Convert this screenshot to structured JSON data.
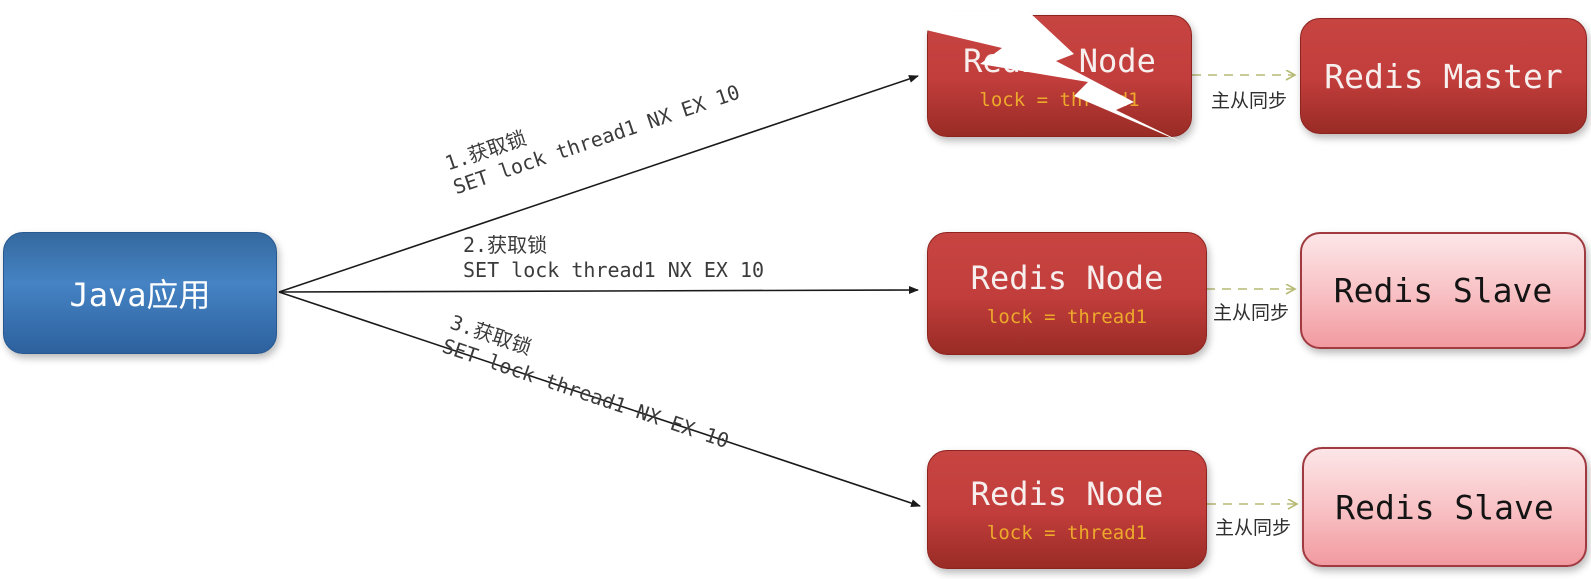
{
  "diagram": {
    "java_app": {
      "label": "Java应用"
    },
    "acquire_arrows": [
      {
        "step_label": "1.获取锁",
        "command": "SET lock thread1 NX EX 10"
      },
      {
        "step_label": "2.获取锁",
        "command": "SET lock thread1 NX EX 10"
      },
      {
        "step_label": "3.获取锁",
        "command": "SET lock thread1 NX EX 10"
      }
    ],
    "redis_nodes": [
      {
        "title": "Redis Node",
        "lock_value": "lock = thread1",
        "crashed": true
      },
      {
        "title": "Redis Node",
        "lock_value": "lock = thread1",
        "crashed": false
      },
      {
        "title": "Redis Node",
        "lock_value": "lock = thread1",
        "crashed": false
      }
    ],
    "sync_label": "主从同步",
    "replicas": [
      {
        "title": "Redis Master",
        "role": "master"
      },
      {
        "title": "Redis Slave",
        "role": "slave"
      },
      {
        "title": "Redis Slave",
        "role": "slave"
      }
    ],
    "colors": {
      "node_red": "#c23e3c",
      "node_red_dark": "#992b26",
      "java_blue": "#4583c4",
      "slave_pink": "#f8bfc2",
      "slave_border": "#a03a40",
      "lock_text_gold": "#eda92c",
      "sync_arrow_olive": "#b7ba74",
      "arrow_black": "#1a1a1a",
      "bolt_white": "#ffffff"
    }
  }
}
